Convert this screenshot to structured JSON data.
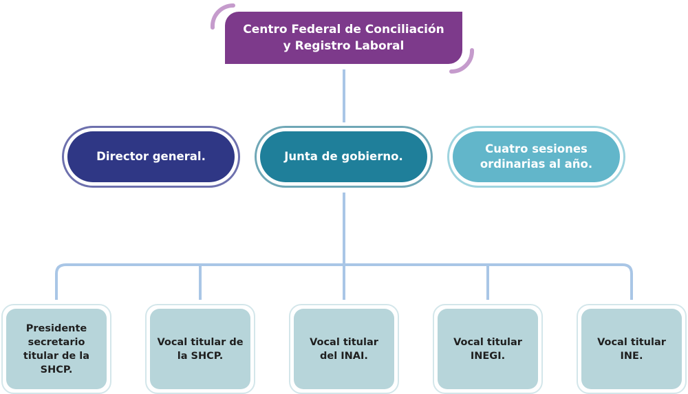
{
  "diagram": {
    "root": {
      "label": "Centro Federal de Conciliación\ny Registro Laboral"
    },
    "middle": [
      {
        "label": "Director general.",
        "fill": "#2f3785",
        "ring": "#6d70ad"
      },
      {
        "label": "Junta de gobierno.",
        "fill": "#1f7f9a",
        "ring": "#6fa7b6"
      },
      {
        "label": "Cuatro sesiones\nordinarias al año.",
        "fill": "#62b6ca",
        "ring": "#9fd4df"
      }
    ],
    "leaves": [
      {
        "label": "Presidente\nsecretario\ntitular de la\nSHCP."
      },
      {
        "label": "Vocal titular de\nla SHCP."
      },
      {
        "label": "Vocal titular\ndel INAI."
      },
      {
        "label": "Vocal titular\nINEGI."
      },
      {
        "label": "Vocal titular\nINE."
      }
    ],
    "colors": {
      "root": "#7d3a8b",
      "root_accent": "#c59bcc",
      "connector": "#a9c6e6",
      "leaf": "#b7d5da",
      "leaf_border": "#d3e6ea"
    }
  }
}
